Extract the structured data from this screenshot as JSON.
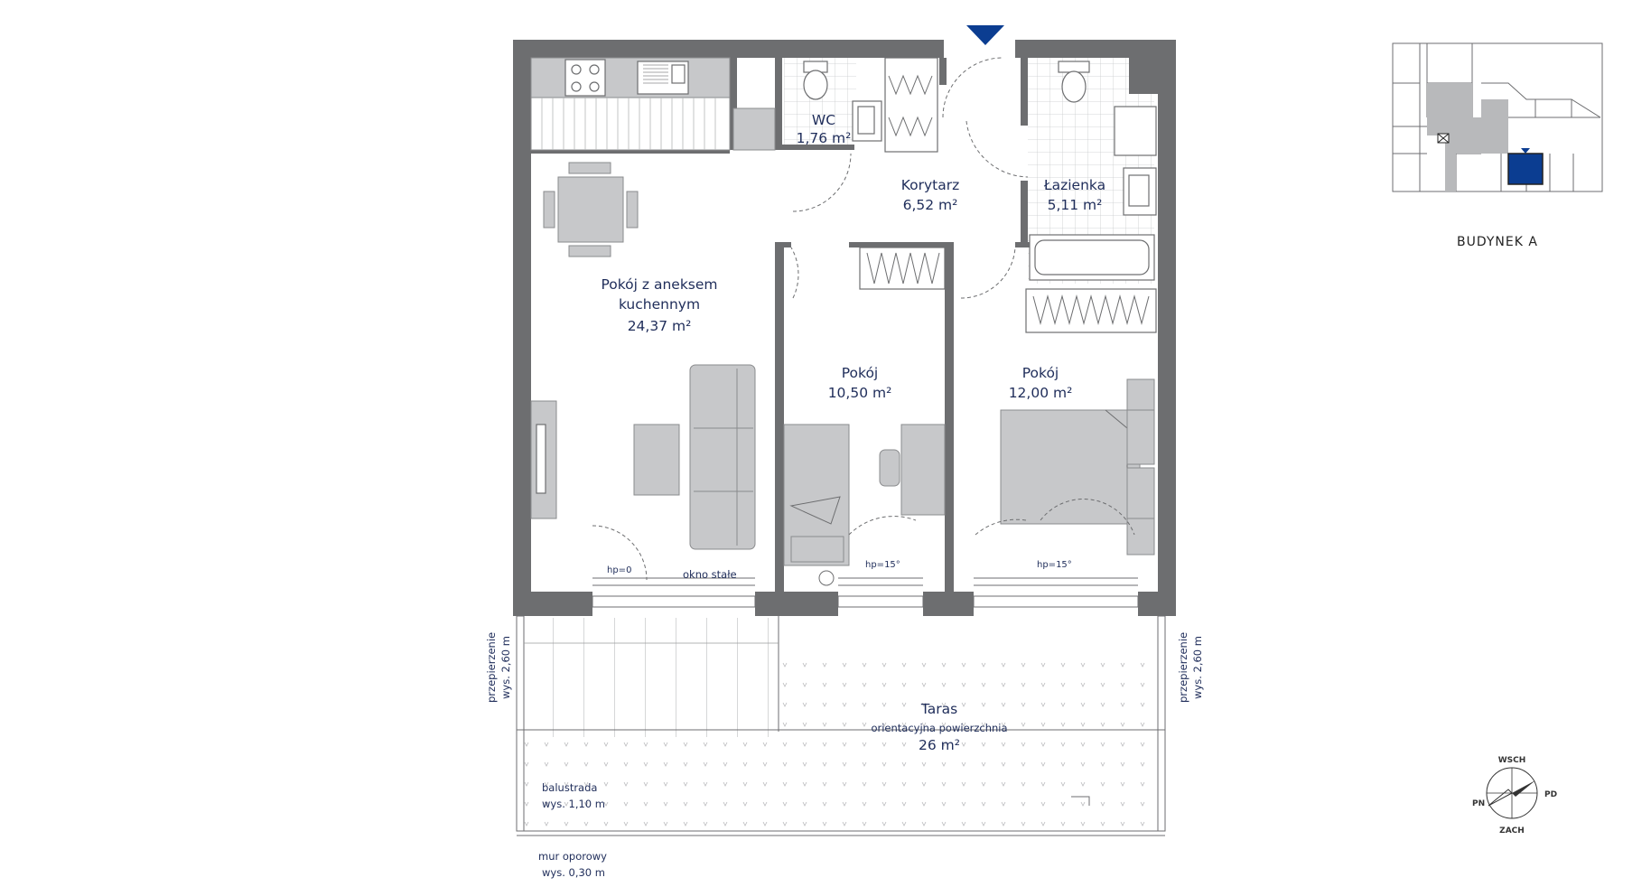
{
  "rooms": {
    "wc": {
      "name": "WC",
      "area": "1,76 m²"
    },
    "corridor": {
      "name": "Korytarz",
      "area": "6,52 m²"
    },
    "bathroom": {
      "name": "Łazienka",
      "area": "5,11 m²"
    },
    "living": {
      "name_line1": "Pokój z aneksem",
      "name_line2": "kuchennym",
      "area": "24,37 m²"
    },
    "room1": {
      "name": "Pokój",
      "area": "10,50 m²"
    },
    "room2": {
      "name": "Pokój",
      "area": "12,00 m²"
    },
    "terrace": {
      "name": "Taras",
      "note": "orientacyjna powierzchnia",
      "area": "26 m²"
    }
  },
  "annotations": {
    "hp0": "hp=0",
    "fixed_window": "okno stałe",
    "hp15_a": "hp=15°",
    "hp15_b": "hp=15°",
    "partition_left_line1": "przepierzenie",
    "partition_left_line2": "wys. 2,60 m",
    "partition_right_line1": "przepierzenie",
    "partition_right_line2": "wys. 2,60 m",
    "balustrade_line1": "balustrada",
    "balustrade_line2": "wys. 1,10 m",
    "retaining_wall_line1": "mur oporowy",
    "retaining_wall_line2": "wys. 0,30 m"
  },
  "key_plan": {
    "building_label": "BUDYNEK A"
  },
  "compass": {
    "north_east": "WSCH",
    "east": "PD",
    "west": "PN",
    "south": "ZACH"
  },
  "colors": {
    "accent": "#0b3d91",
    "wall": "#6d6e70",
    "furniture": "#c7c8ca",
    "text": "#1f2d5a"
  },
  "icons": {
    "entrance": "entrance-arrow-icon",
    "compass": "compass-rose-icon",
    "key_plan_marker": "apartment-marker-icon"
  }
}
